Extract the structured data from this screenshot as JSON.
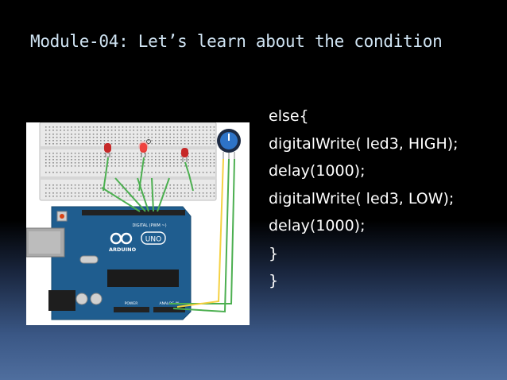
{
  "slide": {
    "title": "Module-04: Let’s learn about the condition",
    "code_lines": [
      "else{",
      "digitalWrite( led3, HIGH);",
      "delay(1000);",
      "digitalWrite( led3, LOW);",
      "delay(1000);",
      "}",
      "}"
    ]
  },
  "circuit": {
    "board_brand": "ARDUINO",
    "board_model": "UNO",
    "digital_header_label": "DIGITAL (PWM ~)",
    "power_label": "POWER",
    "analog_label": "ANALOG IN",
    "led_colors": [
      "#c62828",
      "#e53935",
      "#c62828"
    ],
    "board_color": "#1f5d8f",
    "wire_colors": {
      "signal": "#4caf50",
      "power": "#f5d142"
    }
  },
  "colors": {
    "title_text": "#cfe3f2",
    "body_text": "#ffffff",
    "background_top": "#000000",
    "background_bottom": "#4f6e9e"
  }
}
